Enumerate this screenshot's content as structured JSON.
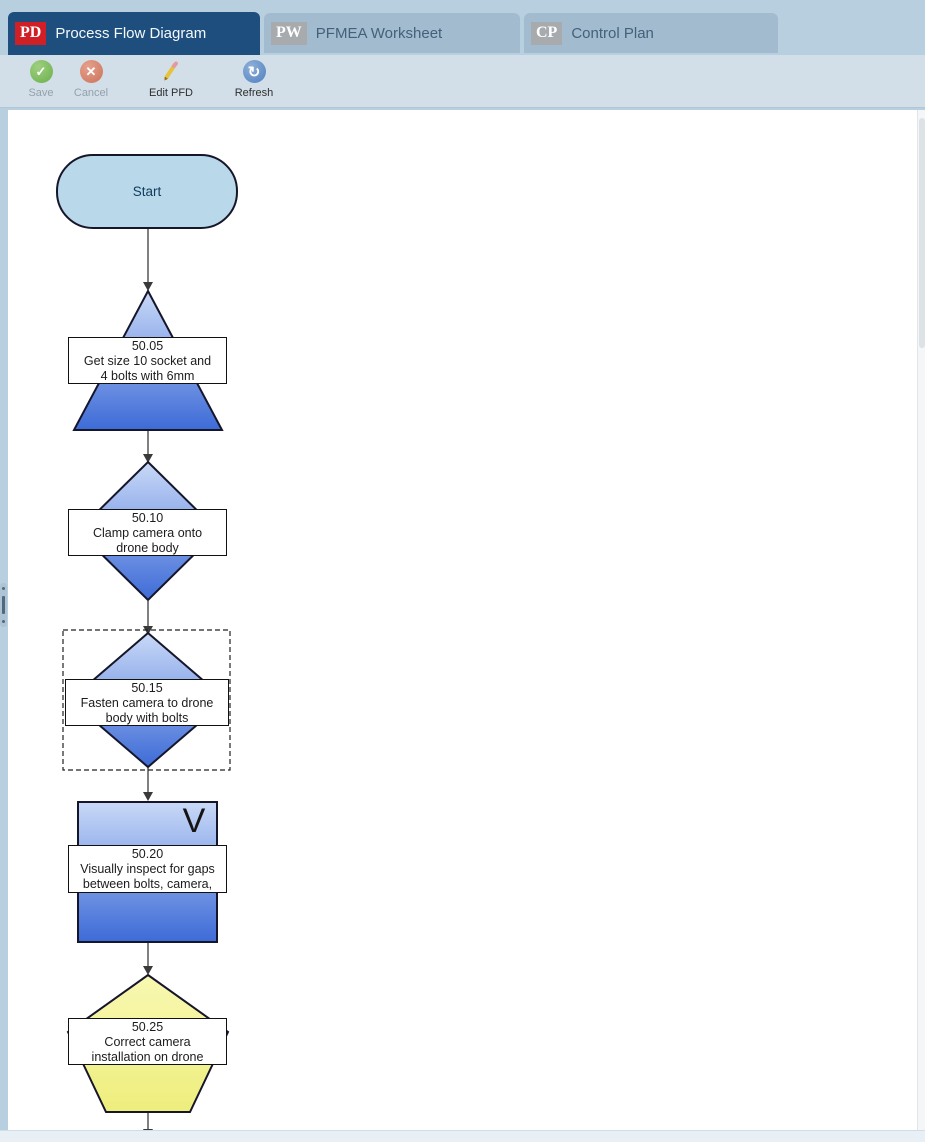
{
  "tabs": [
    {
      "badge": "PD",
      "label": "Process Flow Diagram",
      "active": true
    },
    {
      "badge": "PW",
      "label": "PFMEA Worksheet",
      "active": false
    },
    {
      "badge": "CP",
      "label": "Control Plan",
      "active": false
    }
  ],
  "toolbar": {
    "save_label": "Save",
    "cancel_label": "Cancel",
    "edit_label": "Edit PFD",
    "refresh_label": "Refresh"
  },
  "icons": {
    "check": "✓",
    "cross": "✕",
    "refresh": "↻"
  },
  "colors": {
    "active_tab": "#1d4e7d",
    "badge_red": "#d11f26",
    "badge_gray": "#a7abae",
    "toolbar_bg": "#d2dfe8",
    "start_fill": "#b9d8e9",
    "shape_blue_top": "#c6d7f7",
    "shape_blue_bottom": "#3d6bd7",
    "yellow_top": "#f8f8ad",
    "yellow_bottom": "#eeee7d"
  },
  "flow": {
    "start_label": "Start",
    "inspect_letter": "V",
    "steps": [
      {
        "id": "50.05",
        "line1": "Get size 10 socket and",
        "line2": "4 bolts with 6mm",
        "shape": "triangle-up",
        "selected": false
      },
      {
        "id": "50.10",
        "line1": "Clamp camera onto",
        "line2": "drone body",
        "shape": "diamond",
        "selected": false
      },
      {
        "id": "50.15",
        "line1": "Fasten camera to drone",
        "line2": "body with bolts",
        "shape": "diamond",
        "selected": true
      },
      {
        "id": "50.20",
        "line1": "Visually inspect for gaps",
        "line2": "between bolts, camera,",
        "shape": "square-inspect",
        "selected": false
      },
      {
        "id": "50.25",
        "line1": "Correct camera",
        "line2": "installation on drone",
        "shape": "pentagon",
        "selected": false
      }
    ]
  }
}
